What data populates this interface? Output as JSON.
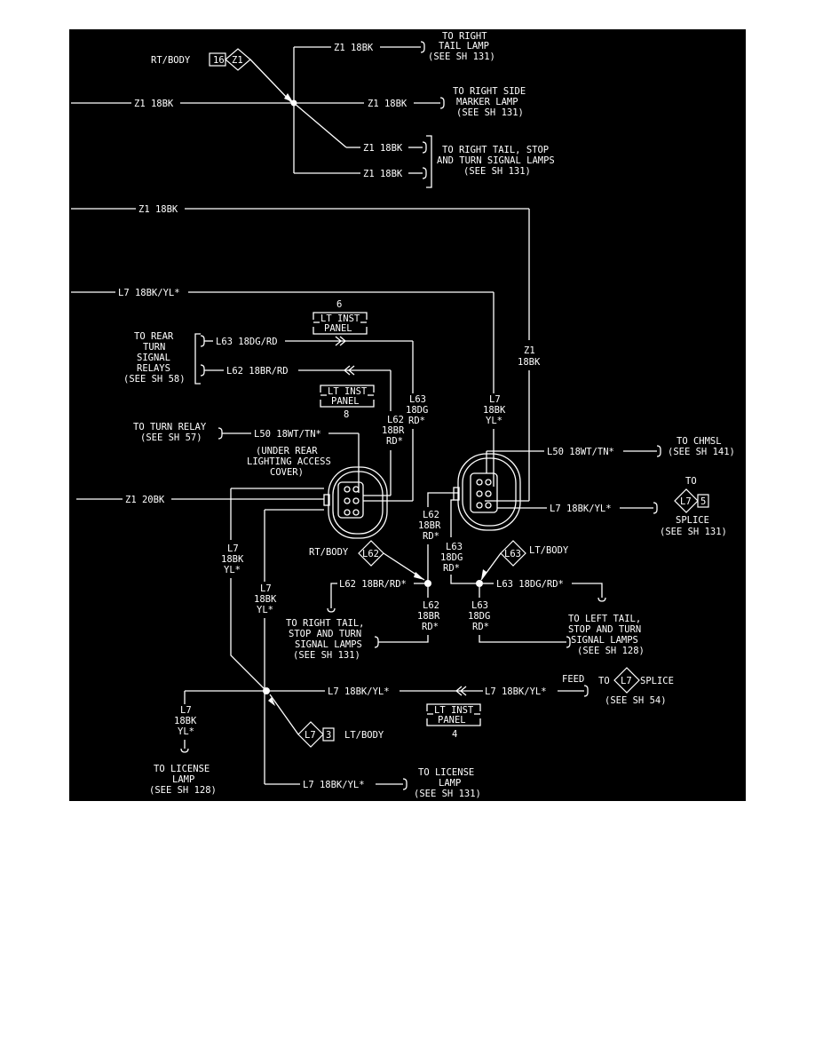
{
  "colors": {
    "background": "#000000",
    "ink": "#ffffff",
    "page": "#ffffff"
  },
  "labels": {
    "rt_body_top": "RT/BODY",
    "g16": "16",
    "z1_badge": "Z1",
    "z1_18bk_a": "Z1 18BK",
    "to_right_tail_lamp_1": "TO RIGHT",
    "to_right_tail_lamp_2": "TAIL LAMP",
    "see_131_a": "(SEE SH 131)",
    "z1_18bk_left": "Z1 18BK",
    "z1_18bk_b": "Z1 18BK",
    "side_marker_1": "TO RIGHT SIDE",
    "side_marker_2": "MARKER LAMP",
    "see_131_b": "(SEE SH 131)",
    "z1_18bk_c": "Z1 18BK",
    "z1_18bk_d": "Z1 18BK",
    "rtstl_1": "TO RIGHT TAIL, STOP",
    "rtstl_2": "AND TURN SIGNAL LAMPS",
    "see_131_c": "(SEE SH 131)",
    "z1_18bk_long": "Z1 18BK",
    "l7_18bkyl_top": "L7 18BK/YL*",
    "z1_vert_1": "Z1",
    "z1_vert_2": "18BK",
    "panel6_num": "6",
    "panel_1": "LT INST",
    "panel_2": "PANEL",
    "to_rear_1": "TO REAR",
    "to_rear_2": "TURN",
    "to_rear_3": "SIGNAL",
    "to_rear_4": "RELAYS",
    "to_rear_5": "(SEE SH 58)",
    "l63_18dgrd": "L63 18DG/RD",
    "l62_18brrd": "L62 18BR/RD",
    "panel8_num": "8",
    "l63_vert_1": "L63",
    "l63_vert_2": "18DG",
    "l63_vert_3": "RD*",
    "l7_vert_r_1": "L7",
    "l7_vert_r_2": "18BK",
    "l7_vert_r_3": "YL*",
    "l62_vert_1": "L62",
    "l62_vert_2": "18BR",
    "l62_vert_3": "RD*",
    "turn_relay_1": "TO TURN RELAY",
    "turn_relay_2": "(SEE SH 57)",
    "l50_18wttn_left": "L50 18WT/TN*",
    "l50_18wttn_right": "L50 18WT/TN*",
    "chmsl_1": "TO CHMSL",
    "chmsl_2": "(SEE SH 141)",
    "under_rear_1": "(UNDER REAR",
    "under_rear_2": "LIGHTING ACCESS",
    "under_rear_3": "COVER)",
    "z1_20bk": "Z1 20BK",
    "l7_18bkyl_mid": "L7 18BK/YL*",
    "to_splice_to": "TO",
    "l7_badge": "L7",
    "five": "5",
    "splice": "SPLICE",
    "see_131_d": "(SEE SH 131)",
    "l62_mid_1": "L62",
    "l62_mid_2": "18BR",
    "l62_mid_3": "RD*",
    "l63_mid_1": "L63",
    "l63_mid_2": "18DG",
    "l63_mid_3": "RD*",
    "rt_body_l62": "RT/BODY",
    "l62_badge": "L62",
    "l63_badge": "L63",
    "lt_body_l63": "LT/BODY",
    "l7_left_a_1": "L7",
    "l7_left_a_2": "18BK",
    "l7_left_a_3": "YL*",
    "l7_left_b_1": "L7",
    "l7_left_b_2": "18BK",
    "l7_left_b_3": "YL*",
    "l62_18brrd_b": "L62 18BR/RD*",
    "l63_18dgrd_b": "L63 18DG/RD*",
    "l62_low_1": "L62",
    "l62_low_2": "18BR",
    "l62_low_3": "RD*",
    "l63_low_1": "L63",
    "l63_low_2": "18DG",
    "l63_low_3": "RD*",
    "rtstl2_1": "TO RIGHT TAIL,",
    "rtstl2_2": "STOP AND TURN",
    "rtstl2_3": "SIGNAL LAMPS",
    "see_131_e": "(SEE SH 131)",
    "ltstl_1": "TO LEFT TAIL,",
    "ltstl_2": "STOP AND TURN",
    "ltstl_3": "SIGNAL LAMPS",
    "see_128_a": "(SEE SH 128)",
    "l7_18bkyl_bot1": "L7 18BK/YL*",
    "l7_18bkyl_bot2": "L7 18BK/YL*",
    "feed": "FEED",
    "to_word": "TO",
    "splice_word": "SPLICE",
    "see_54": "(SEE SH 54)",
    "panel4_num": "4",
    "l7_far_1": "L7",
    "l7_far_2": "18BK",
    "l7_far_3": "YL*",
    "three": "3",
    "lt_body_l7": "LT/BODY",
    "lic_1": "TO LICENSE",
    "lic_2": "LAMP",
    "see_128_b": "(SEE SH 128)",
    "l7_18bkyl_bot3": "L7 18BK/YL*",
    "lic2_1": "TO LICENSE",
    "lic2_2": "LAMP",
    "see_131_f": "(SEE SH 131)"
  }
}
